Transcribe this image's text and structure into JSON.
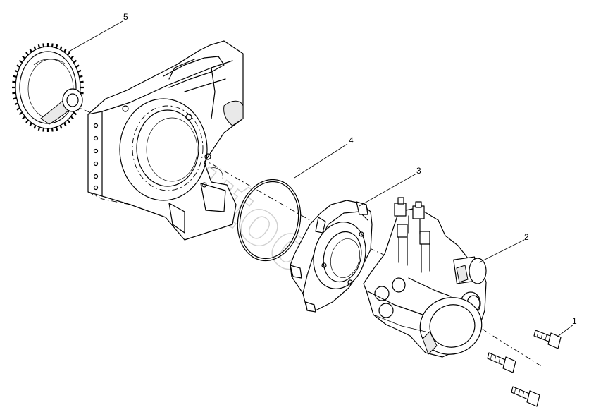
{
  "callouts": [
    {
      "id": "1",
      "label": "1"
    },
    {
      "id": "2",
      "label": "2"
    },
    {
      "id": "3",
      "label": "3"
    },
    {
      "id": "4",
      "label": "4"
    },
    {
      "id": "5",
      "label": "5"
    }
  ],
  "watermark": "Autoco"
}
